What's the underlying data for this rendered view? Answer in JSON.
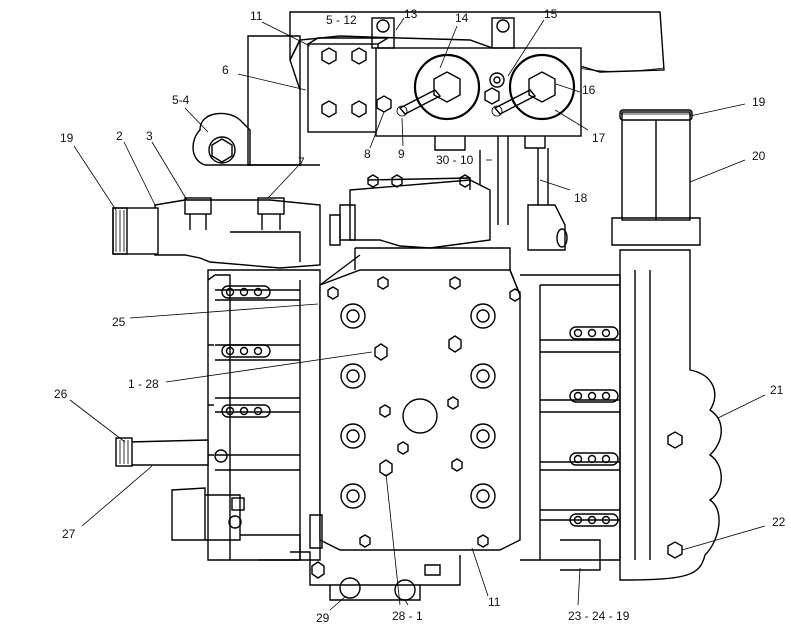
{
  "figure": {
    "labels": {
      "l11_top": "11",
      "l5_12": "5 - 12",
      "l13": "13",
      "l14": "14",
      "l15": "15",
      "l16": "16",
      "l17": "17",
      "l6": "6",
      "l5_4": "5-4",
      "l19_left": "19",
      "l2": "2",
      "l3": "3",
      "l7": "7",
      "l8": "8",
      "l9": "9",
      "l30_10": "30 - 10",
      "l18": "18",
      "l19_right": "19",
      "l20": "20",
      "l25": "25",
      "l1_28": "1 - 28",
      "l21": "21",
      "l26": "26",
      "l27": "27",
      "l22": "22",
      "l29": "29",
      "l28_1": "28 - 1",
      "l11_bottom": "11",
      "l23_24_19": "23 - 24 - 19"
    }
  }
}
